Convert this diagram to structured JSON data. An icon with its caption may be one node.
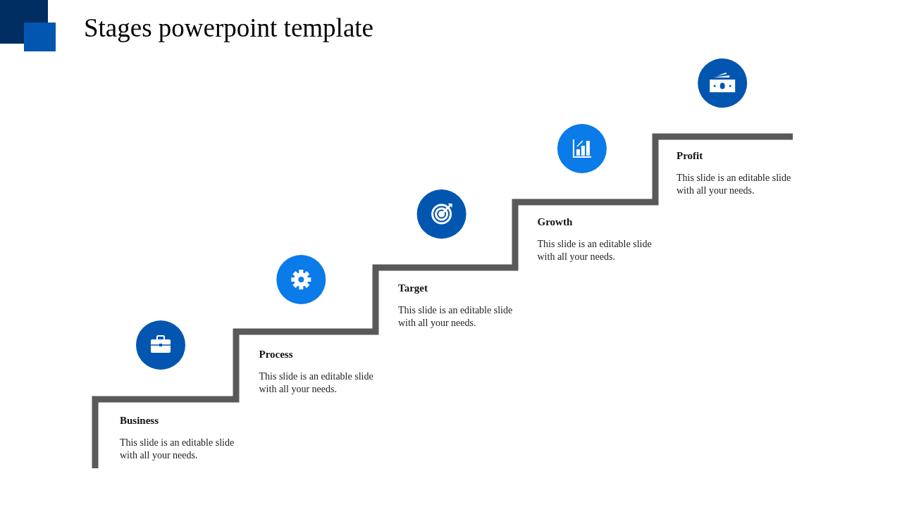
{
  "diagram": {
    "title": "Stages powerpoint template",
    "labels": [
      "Business",
      "This slide is an editable slide with all your needs.",
      "Process",
      "This slide is an editable slide with all your needs.",
      "Target",
      "This slide is an editable slide with all your needs.",
      "Growth",
      "This slide is an editable slide with all your needs.",
      "Profit",
      "This slide is an editable slide with all your needs."
    ]
  }
}
